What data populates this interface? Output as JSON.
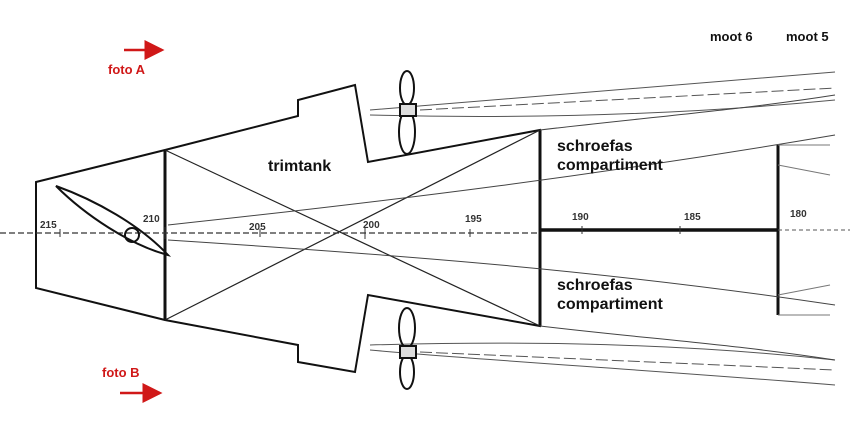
{
  "labels": {
    "trimtank": "trimtank",
    "compartment_top": "schroefas\ncompartiment",
    "compartment_bottom": "schroefas\ncompartiment"
  },
  "frames": [
    "215",
    "210",
    "205",
    "200",
    "195",
    "190",
    "185",
    "180"
  ],
  "photos": {
    "a": "foto A",
    "b": "foto B"
  },
  "segments": {
    "moot6": "moot 6",
    "moot5": "moot 5"
  },
  "colors": {
    "ink": "#111111",
    "accent": "#d01818",
    "thin": "#555555"
  }
}
